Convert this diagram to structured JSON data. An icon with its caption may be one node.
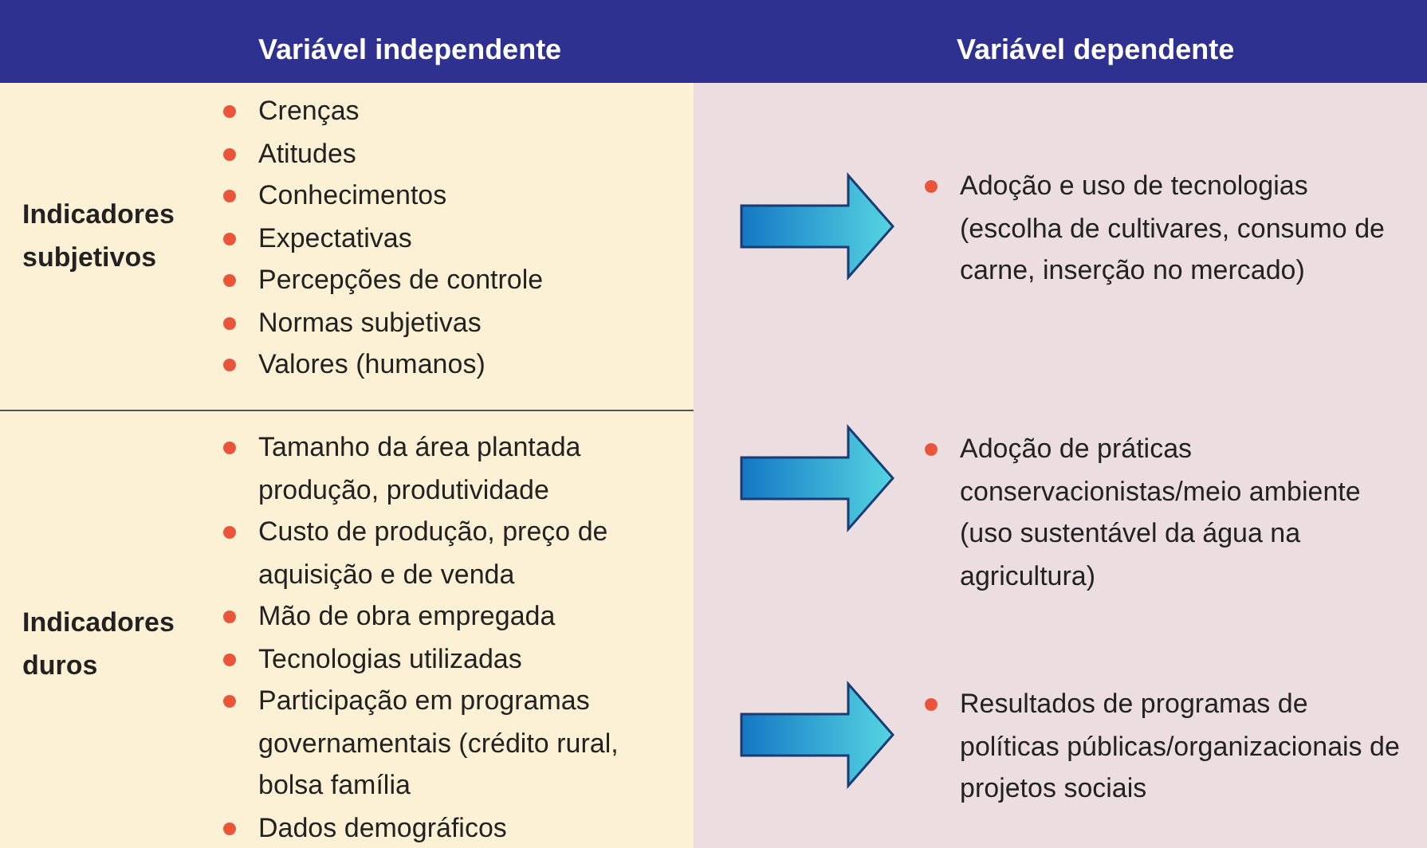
{
  "diagram": {
    "nodes": [
      {
        "text": [
          "Indicadores subjetivos",
          "Crenças",
          "Atitudes",
          "Conhecimentos",
          "Expectativas",
          "Percepções de controle",
          "Normas subjetivas",
          "Valores (humanos)"
        ]
      },
      {
        "text": [
          "Indicadores duros",
          "Tamanho da área plantada produção, produtividade",
          "Custo de produção, preço de aquisição e de venda",
          "Mão de obra empregada",
          "Tecnologias utilizadas",
          "Participação em programas governamentais (crédito rural, bolsa família",
          "Dados demográficos"
        ]
      },
      {
        "text": [
          "Adoção e uso de tecnologias (escolha de cultivares, consumo de carne, inserção no mercado)"
        ]
      },
      {
        "text": [
          "Adoção de práticas conservacionistas/meio ambiente (uso sustentável da água na agricultura)"
        ]
      },
      {
        "text": [
          "Resultados de programas de políticas públicas/organizacionais de projetos sociais"
        ]
      }
    ],
    "edges": [
      {
        "from": 0,
        "to": 2,
        "arrow": "to"
      },
      {
        "from": 1,
        "to": 3,
        "arrow": "to"
      },
      {
        "from": 1,
        "to": 4,
        "arrow": "to"
      }
    ],
    "labels": [
      "Variável independente",
      "Variável dependente"
    ]
  }
}
